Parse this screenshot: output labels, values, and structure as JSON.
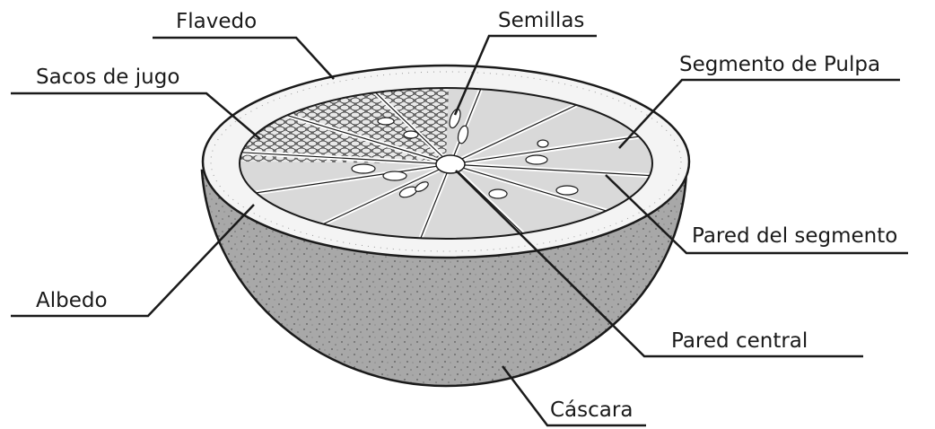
{
  "labels": {
    "flavedo": "Flavedo",
    "semillas": "Semillas",
    "sacos_de_jugo": "Sacos de jugo",
    "segmento_de_pulpa": "Segmento de Pulpa",
    "pared_del_segmento": "Pared del segmento",
    "albedo": "Albedo",
    "pared_central": "Pared central",
    "cascara": "Cáscara"
  },
  "colors": {
    "line": "#1a1a1a",
    "rind": "#a6a6a6",
    "albedo": "#f4f4f4",
    "pulp": "#d9d9d9",
    "juice_sacs": "#c6c6c6",
    "seed": "#ffffff"
  },
  "segment_count": 12
}
